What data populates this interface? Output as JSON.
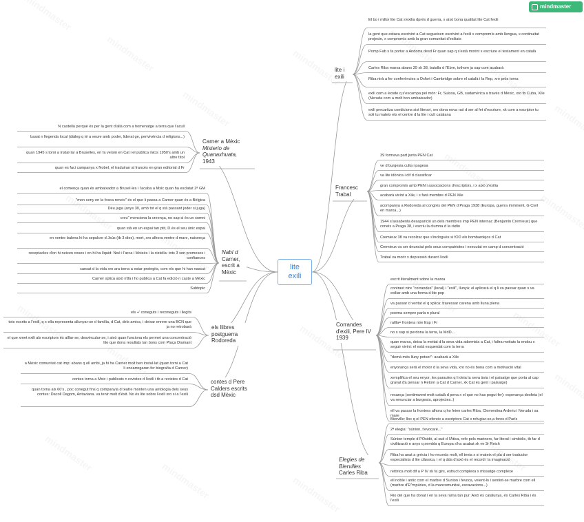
{
  "app": {
    "logo_text": "mindmaster",
    "watermark": "mindmaster"
  },
  "central": {
    "line1": "lite",
    "line2": "exili"
  },
  "branches": [
    {
      "id": "exili",
      "label": "lite i exili",
      "items": [
        "El bo i millor lite Cat s'exilia dprés d guerra, x això bona qualitat lite Cat fexili",
        "la gent que estava escrivint a Cat segueixen escrivint a fexili x compromís amb llengua, x continuitat projecte, x compromís amb la gran comunitat d'exiliats",
        "Pomp Fab s fa portar a Andorra desd Fr quan sap q s'està morint x escriure el testament en català",
        "Carles Riba marxa abans 39 xk 38, batalla d l'Ebre, tothom ja sap com acabarà",
        "Riba nirà a fer conferències a Oxfort i Cambridge sobre el català i la Rep, xro pròs torna",
        "exili com a èxode q s'escampa pel món: Fr, Suïssa, GB, sudamèrica a través d Mèxic, xro tb Cuba, Xile (Neruda com a molt bon ambaixador)",
        "exili precaritza condicions sist literari, xro dona nova raó d ser al fet d'escriure, xk com a escriptor tu soli tu mateix ets el centre d la lite i cult catalana"
      ]
    },
    {
      "id": "trabal",
      "label": "Francesc Trabal",
      "items": [
        "39 formava part junta PEN Cat",
        "ve d burgesia culta i pagesa",
        "va lite idònica i dif d classificar",
        "gran compromís amb PEN i associacions d'escriptors, i x això s'exilia",
        "acabarà vivint a Xile, i s farà membre d PEN Xile",
        "acompanya a Rodoreda al congrés del PEN d Praga 1938 (Europa, guerra imminent, G Civil en marxa...)",
        "1944 s'assabenta desaparició un dels membres imp PEN internac (Benjamin Cremieux) que coneix a Praga 38, i escriu la clumna d la ràdio",
        "Cremieux 38 va recolzar que s'incloguès si fOD els bombardejos d Cat",
        "Cremieux va ser dnunciat pels seus compatriotes i executat en camp d concentració",
        "Trabal va morir x depressió durant l'exili"
      ]
    },
    {
      "id": "corrandes",
      "label_lines": [
        "Corrandes d'exili, Pere IV",
        "1939"
      ],
      "items": [
        "escrit literalment sobre la marxa",
        "contrast ntre \"corrandes\" (local) i \"exili\", llunyà: el aplicarà el q li va passar quan s va exiliar amb una forma d lite pop",
        "va passar d veritat el q xplica: travessar carena amb lluna plena",
        "poema sempre parla n plural",
        "ratlla= frontera ntre Esp i Fr",
        "no s sap si perdona la terra, la MdD...",
        "quan marxa, deixa la meitat d la seva vida adormida a Cat, i faltra meitats la endou x seguir vivint: el està esquerdat com la terra",
        "\"demà més lluny potser\": acabarà a Xile",
        "enyorança serà el motor d la seva vida, xro no és bona com a motivació vital",
        "xemplifica el seu enyor, les paraules q li deia la seva àvia i el paisatge que porta al cap gravat (fa pensar n Retorn a Cat d Carner, xk Cat és gent i paisatge)",
        "recança (sentimwent molt català d pena x el que no has pogut fer): esperança desfeta (el va renunciar a burgesia, aprojectes..)",
        "ell va passar la frontera alhora q ho feien carles Riba, Clementina Arderiu i Neruda i sa mare"
      ]
    },
    {
      "id": "elegies",
      "label_lines": [
        "Elegies de Biervilles",
        "Carles Riba"
      ],
      "items": [
        "Bierville: lloc q el PEN ofereix a escriptors Cat x refugiar-se,a fores d París",
        "2ª elegia: \"súnion, t'evocaré...\"",
        "Súnion temple d POsidó, al sud d l'Àtica, refe pels mariners, far literal i simbòlic, tb far d civilització n anys q sembla q Europa s'ha acabat xk ve 3r Reich",
        "Riba ha anat a grècia i ho recorda molt, ell tenia x si mateix el pla d ser traductor especialista d lite clàssica, i el q dda d'això és el record i la imaginació",
        "retòrica molt dif a P IV xk fa girs, estruct complexa x missatge complexe",
        "ell noble i antic com el marbre d Sunion i fevoca, veient-lo i sentint-se marbre com ell (marbre d'E^mpúries, d la mancomunitat, excavacions...)",
        "Rio del que ha donat i en la seva ruïna tan pur: Això és catalunya, és Carles Riba i és l'exili"
      ]
    },
    {
      "id": "carner",
      "label_lines": [
        "Carner a Mèxic",
        "Misterio de",
        "Quanaxhuata,",
        "1943"
      ],
      "items": [
        "N castellà perquè és per la gent d'allà com a homenatge a terra que l'acull",
        "basat n llegenda local (diàleg q té a veure amb poder, liderat ge, perivivència d religions...)",
        "quan 1945 s torni a instal·lar a Bruselles, en fa versió en Cat i el publica inicis 1950's amb un altre títol",
        "quan es faci campanya x Nobel, el traduiran al francès en gran editorial d Fr"
      ]
    },
    {
      "id": "nabi",
      "label_lines": [
        "Nabí d",
        "Carner,",
        "escrit a",
        "Mèxic"
      ],
      "items": [
        "el comença quan és ambaixador a Brusel·les i l'acaba a Mxic quan ha esclatat 2ª GM",
        "\"mon seny en la fosca reneix\" és el que li passa a Carner quan és a Bèlgica",
        "Déu juga (anys 30, amb tot el q stà passant joder si juga)",
        "creu\" menciona la creença, no sap si és un somni",
        "quan stà en un espai tan ptit, D és el seu únic espai",
        "en ventre balena hi ha sepulcre d Jsús (tb 3 dies), mort, xro alhora ventre d mare, naixença",
        "receptacles d'on hi neixen coses i on hi ha líquid: Noé i l'arca i Moisès i la cistella: tots 3 son promeses i confiances",
        "cansat d la vida xro ara torna a estar protegits, com els que hi han nascut",
        "Carner xplica això n'tlà i ho publica a Cat fa edició n caste a Mèxic",
        "Subtopic"
      ]
    },
    {
      "id": "llibres",
      "label_lines": [
        "els llibres",
        "postguerra",
        "Rodoreda"
      ],
      "items": [
        "els +' coneguts i reconeguts i llegits",
        "tots escrits a l'exili, q x ella representa allunyar-se d família, d Cat, dels amics, i deixar enrere una BCN que ja no retrobarà",
        "el que xmet exili als escriptors és aïllar-se, desvincular-se, i això quan funciona els permet una concentració lite que dona resultats tan bons com Plaça Diamant"
      ]
    },
    {
      "id": "calders",
      "label_lines": [
        "contes d Pere",
        "Calders escrits",
        "dsd Mèxic"
      ],
      "items": [
        "a Mèxic comunitat cat imp: abans q ell arribi, ja hi ha Carner molt ben instal·lat (quan torni a Cat li encarregaran fer biografia d Carner)",
        "contes torna a Mxic i publicats n revistes d l'exili i tb a revistes d Cat",
        "quan torna als 60's , poc conegut fins q companyia d teatre monten una antologia dels seus contes: Dacoll Dagom, Antaviana. va tenir molt d'èxit. No és lite sobre l'exili xro si a l'exili"
      ]
    }
  ]
}
